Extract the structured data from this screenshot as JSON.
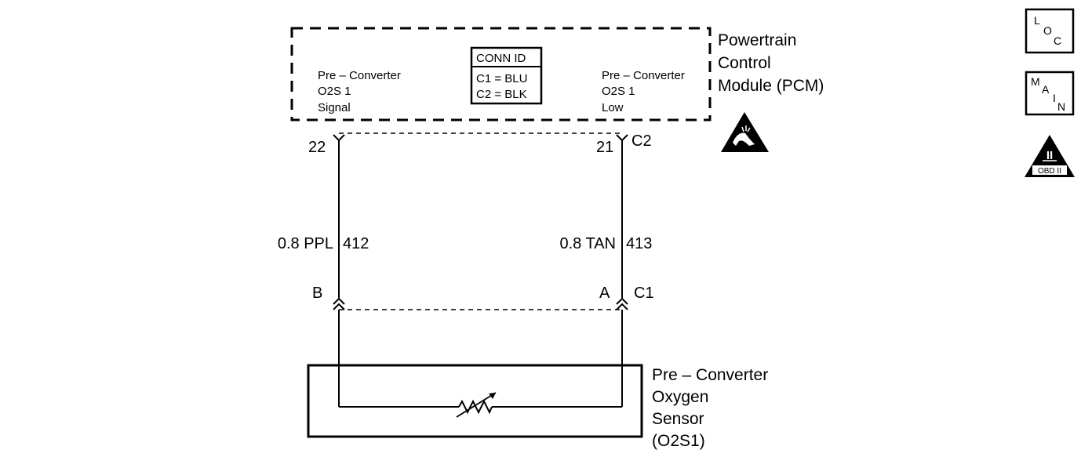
{
  "pcm": {
    "name_line1": "Powertrain",
    "name_line2": "Control",
    "name_line3": "Module (PCM)",
    "left_label": [
      "Pre – Converter",
      "O2S 1",
      "Signal"
    ],
    "right_label": [
      "Pre – Converter",
      "O2S 1",
      "Low"
    ]
  },
  "conn_id": {
    "title": "CONN ID",
    "line1": "C1 = BLU",
    "line2": "C2 = BLK"
  },
  "pins": {
    "left_pcm_pin": "22",
    "right_pcm_pin": "21",
    "pcm_connector": "C2",
    "left_sensor_pin": "B",
    "right_sensor_pin": "A",
    "sensor_connector": "C1"
  },
  "wires": {
    "left": {
      "gauge_color": "0.8 PPL",
      "circuit": "412"
    },
    "right": {
      "gauge_color": "0.8 TAN",
      "circuit": "413"
    }
  },
  "sensor": {
    "name_line1": "Pre – Converter",
    "name_line2": "Oxygen",
    "name_line3": "Sensor",
    "name_line4": "(O2S1)"
  },
  "icons": {
    "loc": [
      "L",
      "O",
      "C"
    ],
    "main": [
      "M",
      "A",
      "I",
      "N"
    ],
    "obd": {
      "numeral": "II",
      "label": "OBD II"
    },
    "esd": "esd-warning-icon"
  }
}
